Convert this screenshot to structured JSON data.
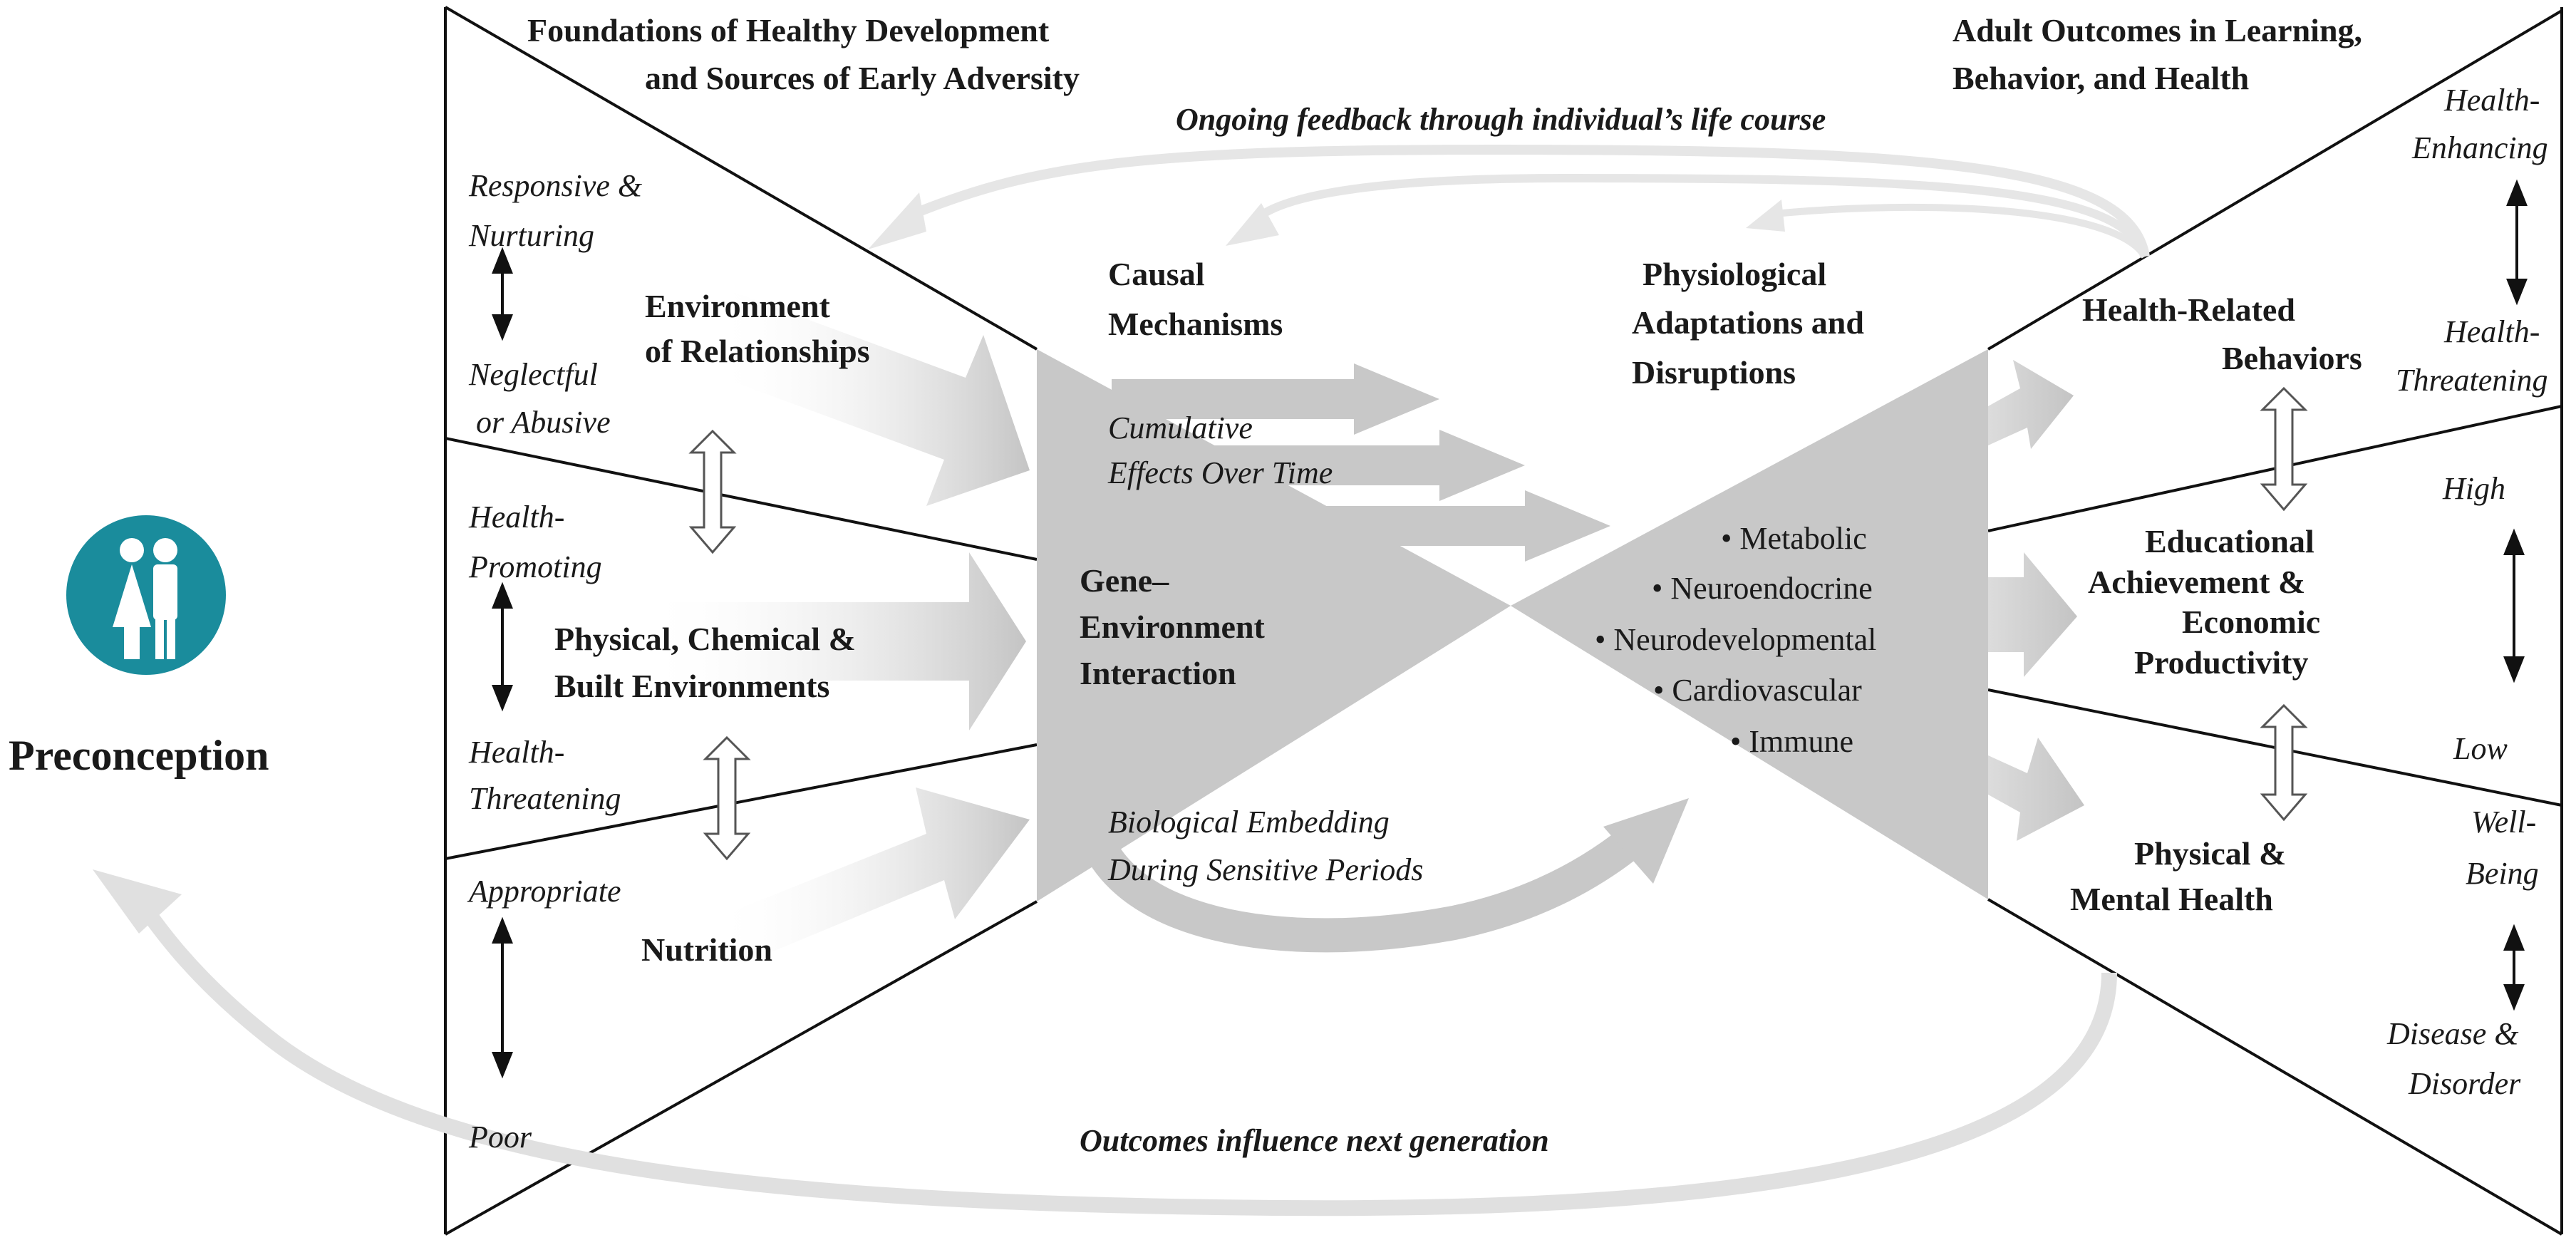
{
  "left_header": {
    "line1": "Foundations of Healthy Development",
    "line2": "and Sources of Early Adversity"
  },
  "right_header": {
    "line1": "Adult Outcomes in Learning,",
    "line2": "Behavior, and Health"
  },
  "feedback_label": "Ongoing feedback through individual’s life course",
  "next_generation_label": "Outcomes influence next generation",
  "preconception": {
    "label": "Preconception",
    "icon": "couple-icon",
    "icon_color": "#1a8c9c"
  },
  "foundations": [
    {
      "title_lines": [
        "Environment",
        "of Relationships"
      ],
      "top_lines": [
        "Responsive &",
        "Nurturing"
      ],
      "bottom_lines": [
        "Neglectful",
        "or Abusive"
      ]
    },
    {
      "title_lines": [
        "Physical, Chemical &",
        "Built Environments"
      ],
      "top_lines": [
        "Health-",
        "Promoting"
      ],
      "bottom_lines": [
        "Health-",
        "Threatening"
      ]
    },
    {
      "title_lines": [
        "Nutrition"
      ],
      "top_lines": [
        "Appropriate"
      ],
      "bottom_lines": [
        "Poor"
      ]
    }
  ],
  "center": {
    "causal_lines": [
      "Causal",
      "Mechanisms"
    ],
    "cumulative_lines": [
      "Cumulative",
      "Effects Over Time"
    ],
    "gene_lines": [
      "Gene–",
      "Environment",
      "Interaction"
    ],
    "embedding_lines": [
      "Biological Embedding",
      "During Sensitive Periods"
    ],
    "physio_lines": [
      "Physiological",
      "Adaptations and",
      "Disruptions"
    ],
    "systems": [
      "• Metabolic",
      "• Neuroendocrine",
      "• Neurodevelopmental",
      "• Cardiovascular",
      "• Immune"
    ]
  },
  "outcomes": [
    {
      "title_lines": [
        "Health-Related",
        "Behaviors"
      ],
      "top_lines": [
        "Health-",
        "Enhancing"
      ],
      "bottom_lines": [
        "Health-",
        "Threatening"
      ]
    },
    {
      "title_lines": [
        "Educational",
        "Achievement &",
        "Economic",
        "Productivity"
      ],
      "top_lines": [
        "High"
      ],
      "bottom_lines": [
        "Low"
      ]
    },
    {
      "title_lines": [
        "Physical &",
        "Mental Health"
      ],
      "top_lines": [
        "Well-",
        "Being"
      ],
      "bottom_lines": [
        "Disease &",
        "Disorder"
      ]
    }
  ],
  "colors": {
    "arrow_gray": "#c8c8c8",
    "light_arrow": "#e0e0e0",
    "line": "#111111"
  }
}
